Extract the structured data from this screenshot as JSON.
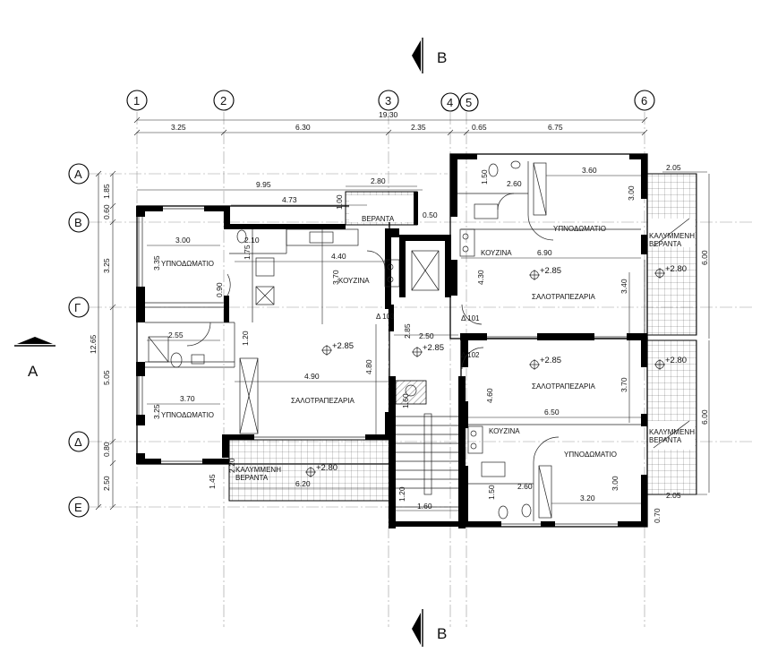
{
  "axes": {
    "numbers": [
      "1",
      "2",
      "3",
      "4",
      "5",
      "6"
    ],
    "letters": [
      "Α",
      "Β",
      "Γ",
      "Δ",
      "Ε"
    ]
  },
  "sections": {
    "vertical": "B",
    "horizontal": "A"
  },
  "dims_top": {
    "total": "19.30",
    "segments": [
      "3.25",
      "6.30",
      "2.35",
      "0.65",
      "6.75"
    ]
  },
  "dims_left": {
    "total": "12.65",
    "segments": [
      "1.85",
      "0.60",
      "3.25",
      "5.05",
      "0.80",
      "2.50"
    ]
  },
  "rooms": {
    "bed_w1": "ΥΠΝΟΔΩΜΑΤΙΟ",
    "bed_w2": "ΥΠΝΟΔΩΜΑΤΙΟ",
    "kitchen_w": "ΚΟΥΖΙΝΑ",
    "living_w": "ΣΑΛΟΤΡΑΠΕΖΑΡΙΑ",
    "veranda_top": "ΒΕΡΑΝΤΑ",
    "covered_veranda_w1": "ΚΑΛΥΜΜΕΝΗ",
    "covered_veranda_w2": "ΒΕΡΑΝΤΑ",
    "bed_ne": "ΥΠΝΟΔΩΜΑΤΙΟ",
    "kitchen_ne": "ΚΟΥΖΙΝΑ",
    "living_ne": "ΣΑΛΟΤΡΑΠΕΖΑΡΙΑ",
    "covered_ne1": "ΚΑΛΥΜΜΕΝΗ",
    "covered_ne2": "ΒΕΡΑΝΤΑ",
    "living_se": "ΣΑΛΟΤΡΑΠΕΖΑΡΙΑ",
    "kitchen_se": "ΚΟΥΖΙΝΑ",
    "bed_se": "ΥΠΝΟΔΩΜΑΤΙΟ",
    "covered_se1": "ΚΑΛΥΜΜΕΝΗ",
    "covered_se2": "ΒΕΡΑΝΤΑ"
  },
  "levels": {
    "living_w": "+2.85",
    "landing": "+2.85",
    "veranda_w": "+2.80",
    "living_ne": "+2.85",
    "veranda_ne": "+2.80",
    "living_se": "+2.85",
    "veranda_se": "+2.80"
  },
  "doors": {
    "d103": "Δ 103",
    "d101": "Δ 101",
    "d102": "Δ 102"
  },
  "inner_dims": {
    "d995": "9.95",
    "d473": "4.73",
    "d280": "2.80",
    "d100": "1.00",
    "d050": "0.50",
    "d300": "3.00",
    "d335": "3.35",
    "d210": "2.10",
    "d175": "1.75",
    "d440": "4.40",
    "d370": "3.70",
    "d090": "0.90",
    "d255": "2.55",
    "d120": "1.20",
    "d490": "4.90",
    "d480": "4.80",
    "d250": "2.50",
    "d285": "2.85",
    "d160": "1.60",
    "d370b": "3.70",
    "d325": "3.25",
    "d220": "2.20",
    "d145": "1.45",
    "d620": "6.20",
    "d120b": "1.20",
    "d160b": "1.60",
    "d360": "3.60",
    "d150": "1.50",
    "d260": "2.60",
    "d300b": "3.00",
    "d205": "2.05",
    "d690": "6.90",
    "d430": "4.30",
    "d340": "3.40",
    "d600": "6.00",
    "d460": "4.60",
    "d370c": "3.70",
    "d650": "6.50",
    "d260b": "2.60",
    "d150b": "1.50",
    "d300c": "3.00",
    "d320": "3.20",
    "d205b": "2.05",
    "d600b": "6.00",
    "d070": "0.70"
  }
}
